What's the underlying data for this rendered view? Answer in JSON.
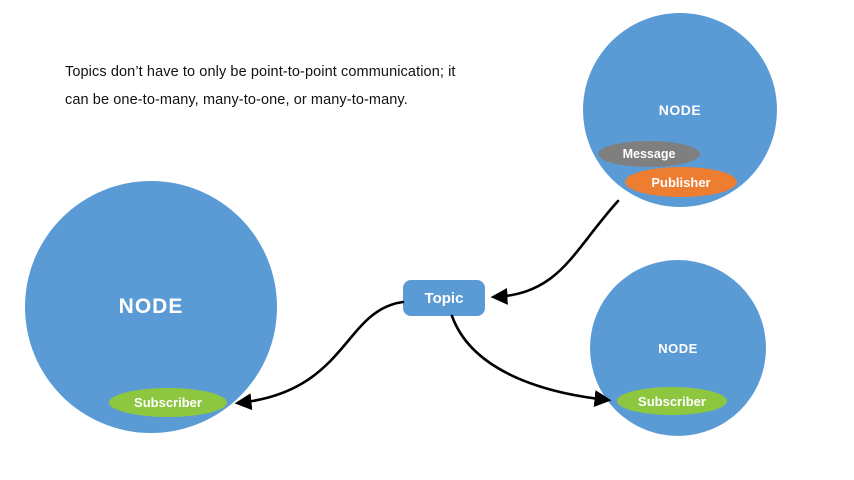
{
  "caption": {
    "line1": "Topics don’t have to only be point-to-point communication; it",
    "line2": "can be one-to-many, many-to-one, or many-to-many."
  },
  "topic": {
    "label": "Topic"
  },
  "left_node": {
    "label": "NODE",
    "subscriber_label": "Subscriber"
  },
  "top_right_node": {
    "label": "NODE",
    "message_label": "Message",
    "publisher_label": "Publisher"
  },
  "bottom_right_node": {
    "label": "NODE",
    "subscriber_label": "Subscriber"
  },
  "colors": {
    "node_blue": "#5B9BD5",
    "green": "#8DC63F",
    "orange": "#ED7D31",
    "gray": "#7F7F7F",
    "arrow": "#000000"
  }
}
